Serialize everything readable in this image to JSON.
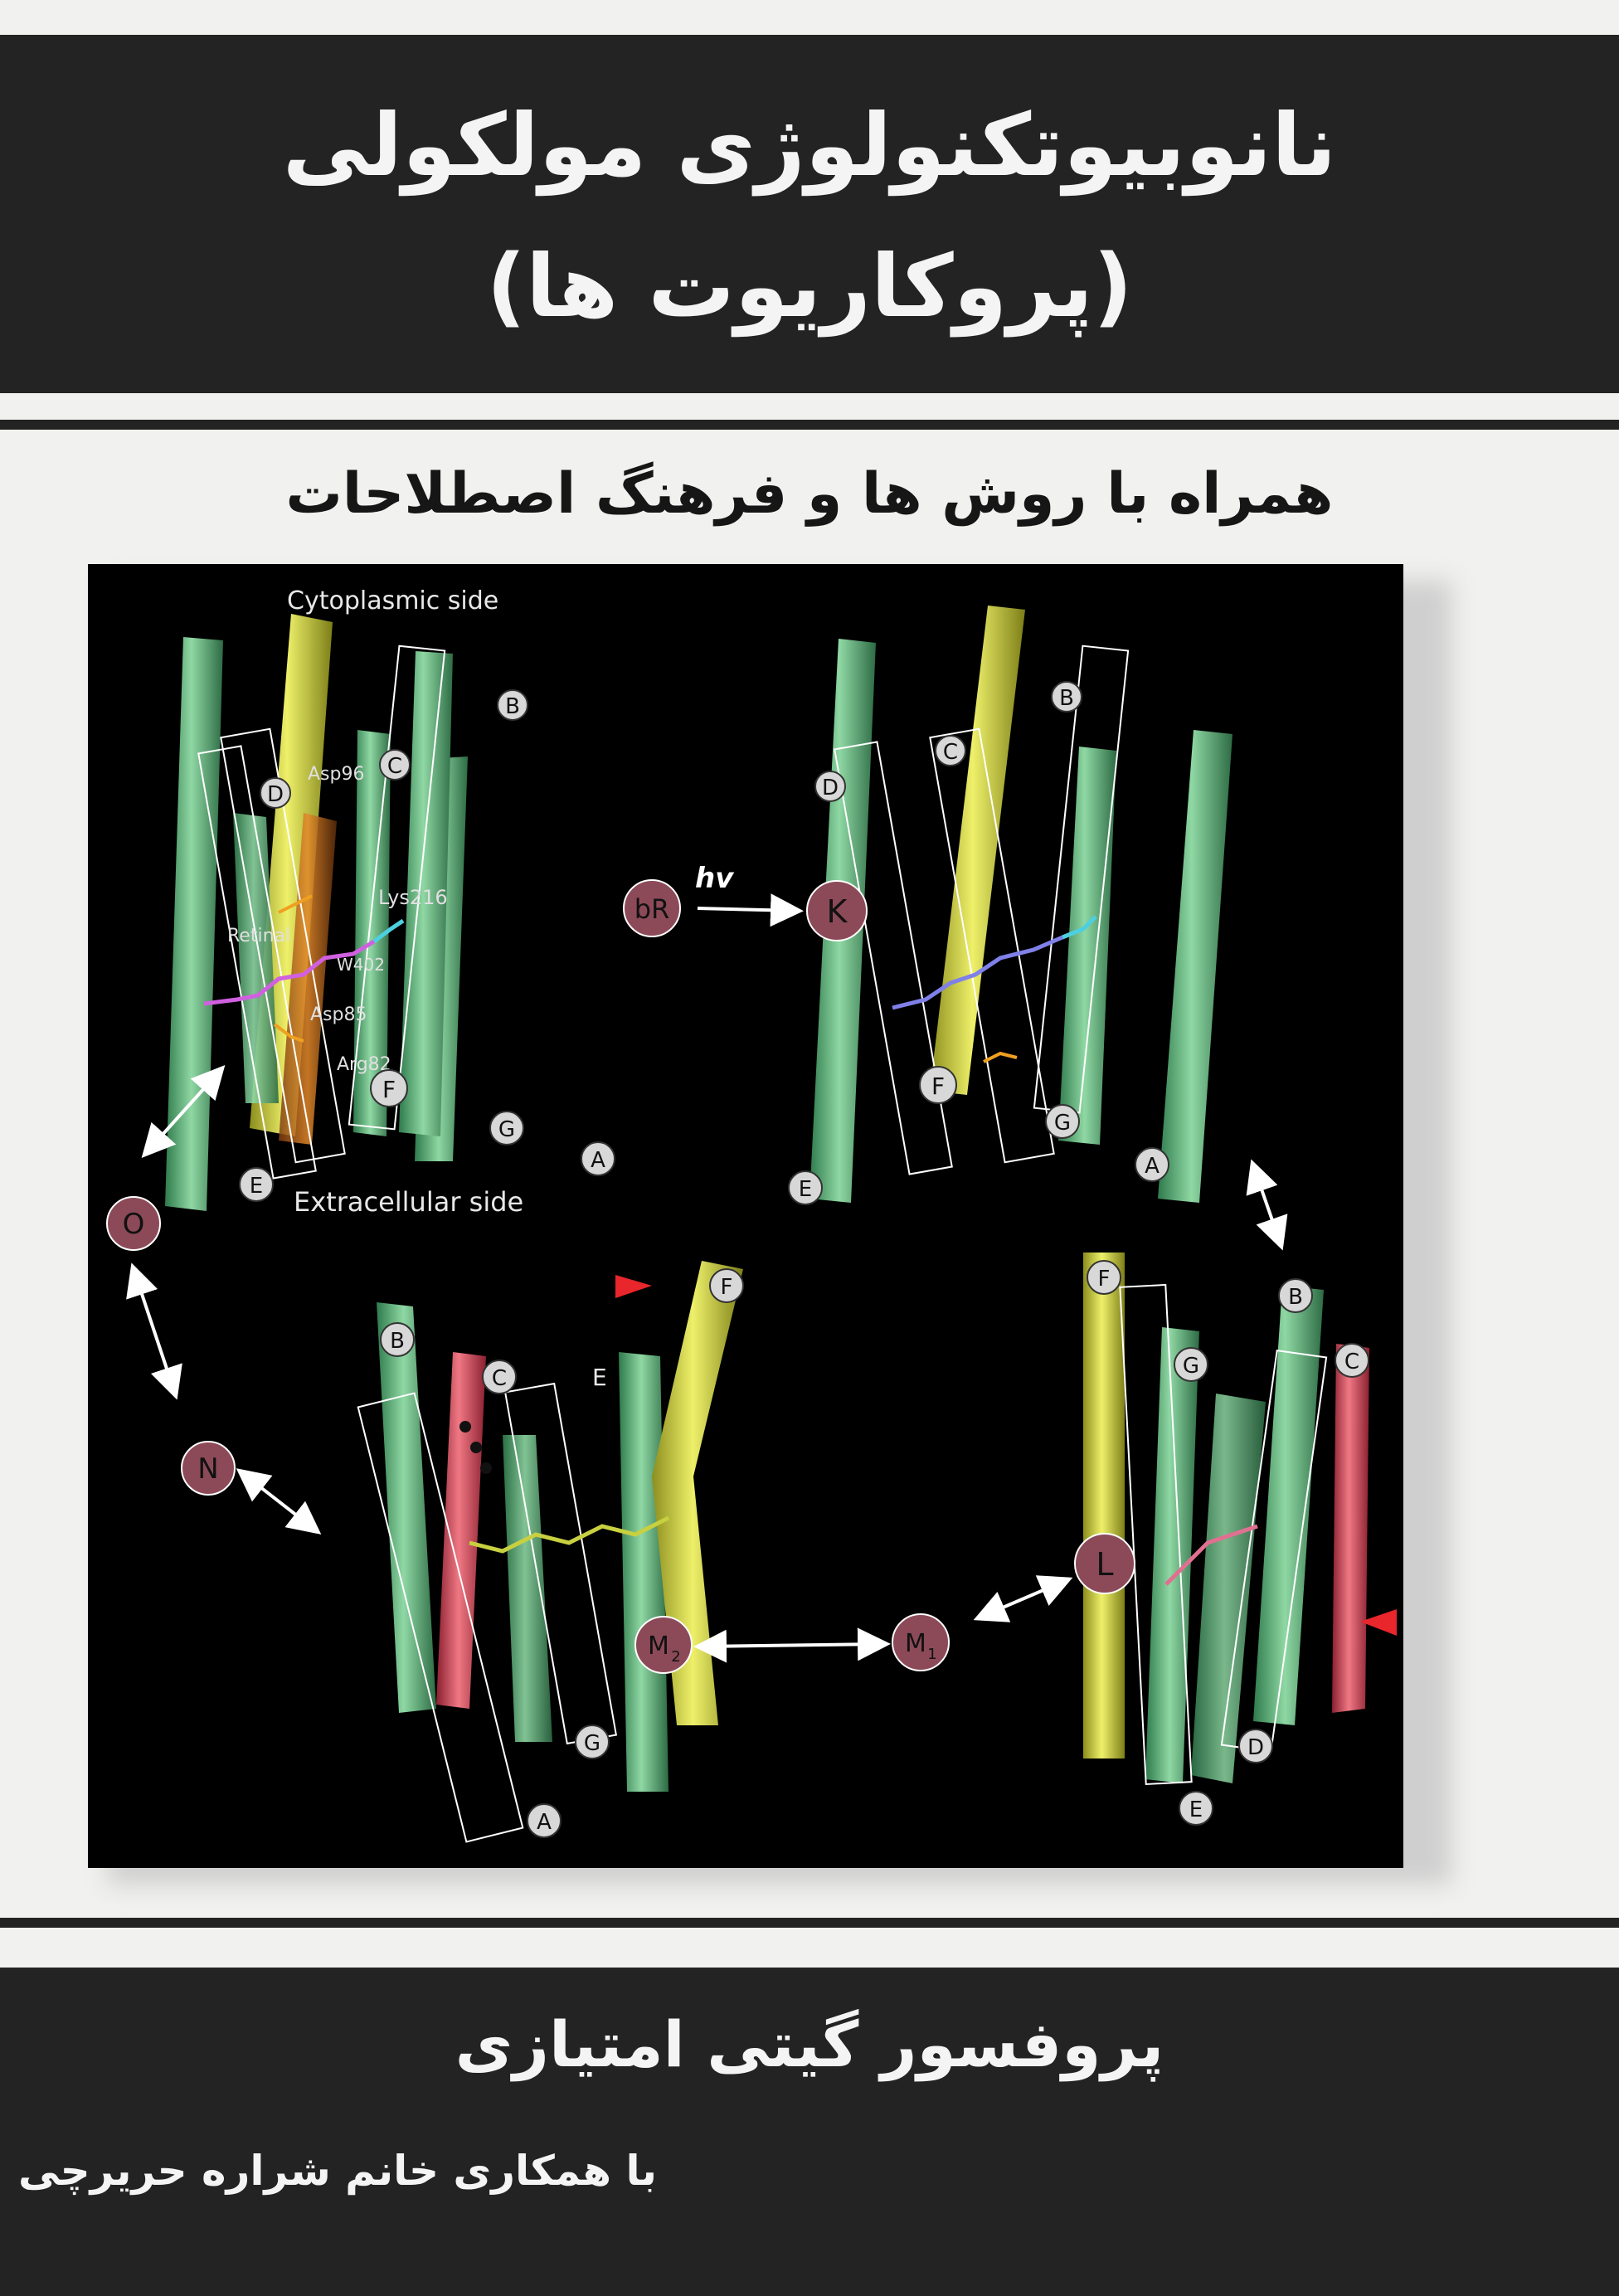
{
  "cover": {
    "title_line1": "نانوبیوتکنولوژی مولکولی",
    "title_line2": "(پروکاریوت ها)",
    "subtitle": "همراه با روش ها و فرهنگ اصطلاحات",
    "author": "پروفسور گیتی امتیازی",
    "collaborator": "با همکاری خانم شراره حریرچی"
  },
  "figure": {
    "cytoplasmic_side": "Cytoplasmic side",
    "extracellular_side": "Extracellular side",
    "residues": {
      "asp96": "Asp96",
      "lys216": "Lys216",
      "retinal": "Retinal",
      "w402": "W402",
      "asp85": "Asp85",
      "arg82": "Arg82"
    },
    "photon": "hv",
    "states": {
      "bR": "bR",
      "K": "K",
      "L": "L",
      "M1": "M",
      "M1_sub": "1",
      "M2": "M",
      "M2_sub": "2",
      "N": "N",
      "O": "O"
    },
    "helices": [
      "A",
      "B",
      "C",
      "D",
      "E",
      "F",
      "G"
    ],
    "colors": {
      "green_helix": "#5fb77e",
      "yellow_helix": "#d4d94a",
      "red_helix": "#d8505c",
      "state_circle": "#8c4a58",
      "arrow_head": "#e8262b"
    }
  }
}
